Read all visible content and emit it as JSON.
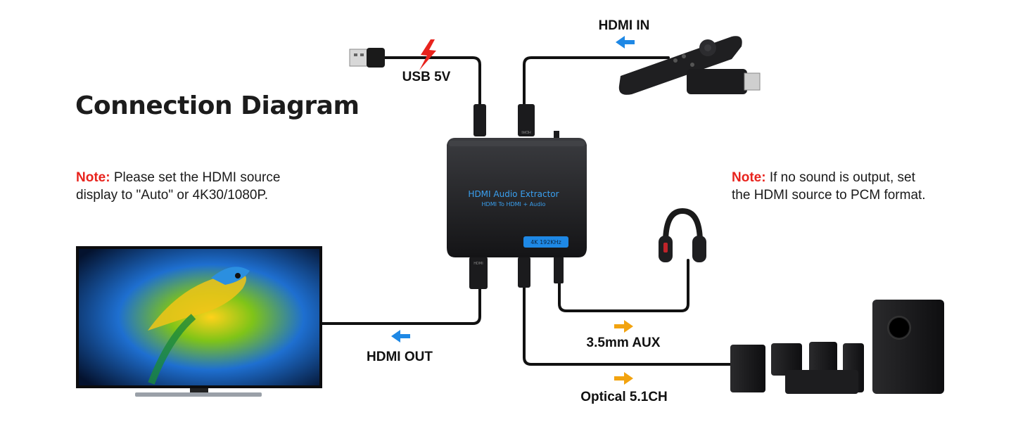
{
  "title": "Connection Diagram",
  "notes": {
    "left": {
      "label": "Note:",
      "line1": " Please set the HDMI source",
      "line2": "display to \"Auto\" or 4K30/1080P."
    },
    "right": {
      "label": "Note:",
      "line1": " If no sound is output, set",
      "line2": "the HDMI source to PCM format."
    }
  },
  "ports": {
    "hdmi_in": "HDMI IN",
    "usb": "USB 5V",
    "hdmi_out": "HDMI OUT",
    "aux": "3.5mm AUX",
    "optical": "Optical 5.1CH"
  },
  "device": {
    "name": "HDMI Audio Extractor",
    "subtitle": "HDMI To HDMI + Audio",
    "badge": "4K 192KHz",
    "port_top": "HDMI",
    "port_bottom": "HDMI"
  },
  "colors": {
    "note_label": "#e8231d",
    "arrow_in_out": "#1e88e5",
    "arrow_audio": "#f2a30f",
    "usb_power": "#e8231d",
    "device_text": "#3aa0f0"
  },
  "icons": [
    "usb-plug-icon",
    "lightning-icon",
    "tv-icon",
    "remote-icon",
    "streaming-stick-icon",
    "headphones-icon",
    "speaker-system-icon",
    "arrow-left-icon",
    "arrow-right-icon"
  ]
}
